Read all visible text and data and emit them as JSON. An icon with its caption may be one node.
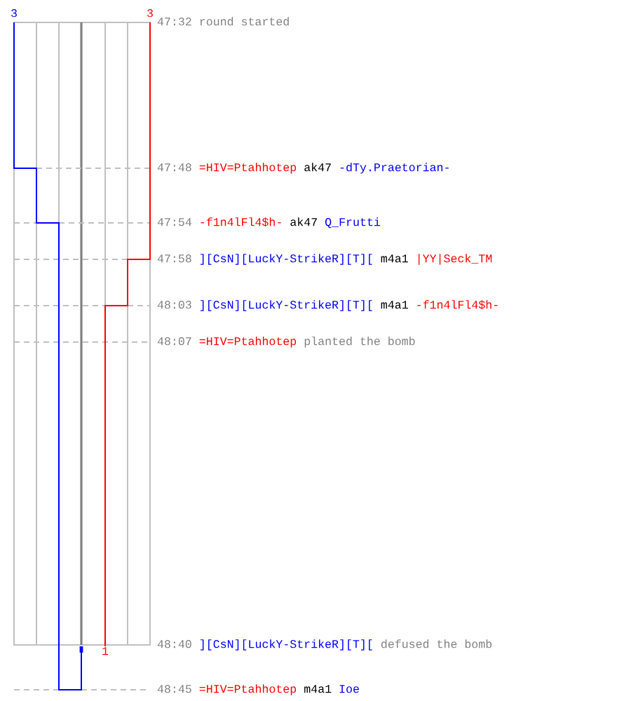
{
  "diagram": {
    "labels": [
      "3",
      "3",
      "47:32",
      "round started",
      "47:48",
      "=HIV=Ptahhotep",
      "ak47",
      "-dTy.Praetorian-",
      "47:54",
      "-f1n4lFl4$h-",
      "ak47",
      "Q_Frutti",
      "47:58",
      "][CsN][LuckY-StrikeR][T][",
      "m4a1",
      "|YY|Seck_TM",
      "48:03",
      "][CsN][LuckY-StrikeR][T][",
      "m4a1",
      "-f1n4lFl4$h-",
      "48:07",
      "=HIV=Ptahhotep",
      "planted the bomb",
      "48:40",
      "][CsN][LuckY-StrikeR][T][",
      "defused the bomb",
      "1",
      "48:45",
      "=HIV=Ptahhotep",
      "m4a1",
      "Ioe"
    ]
  }
}
